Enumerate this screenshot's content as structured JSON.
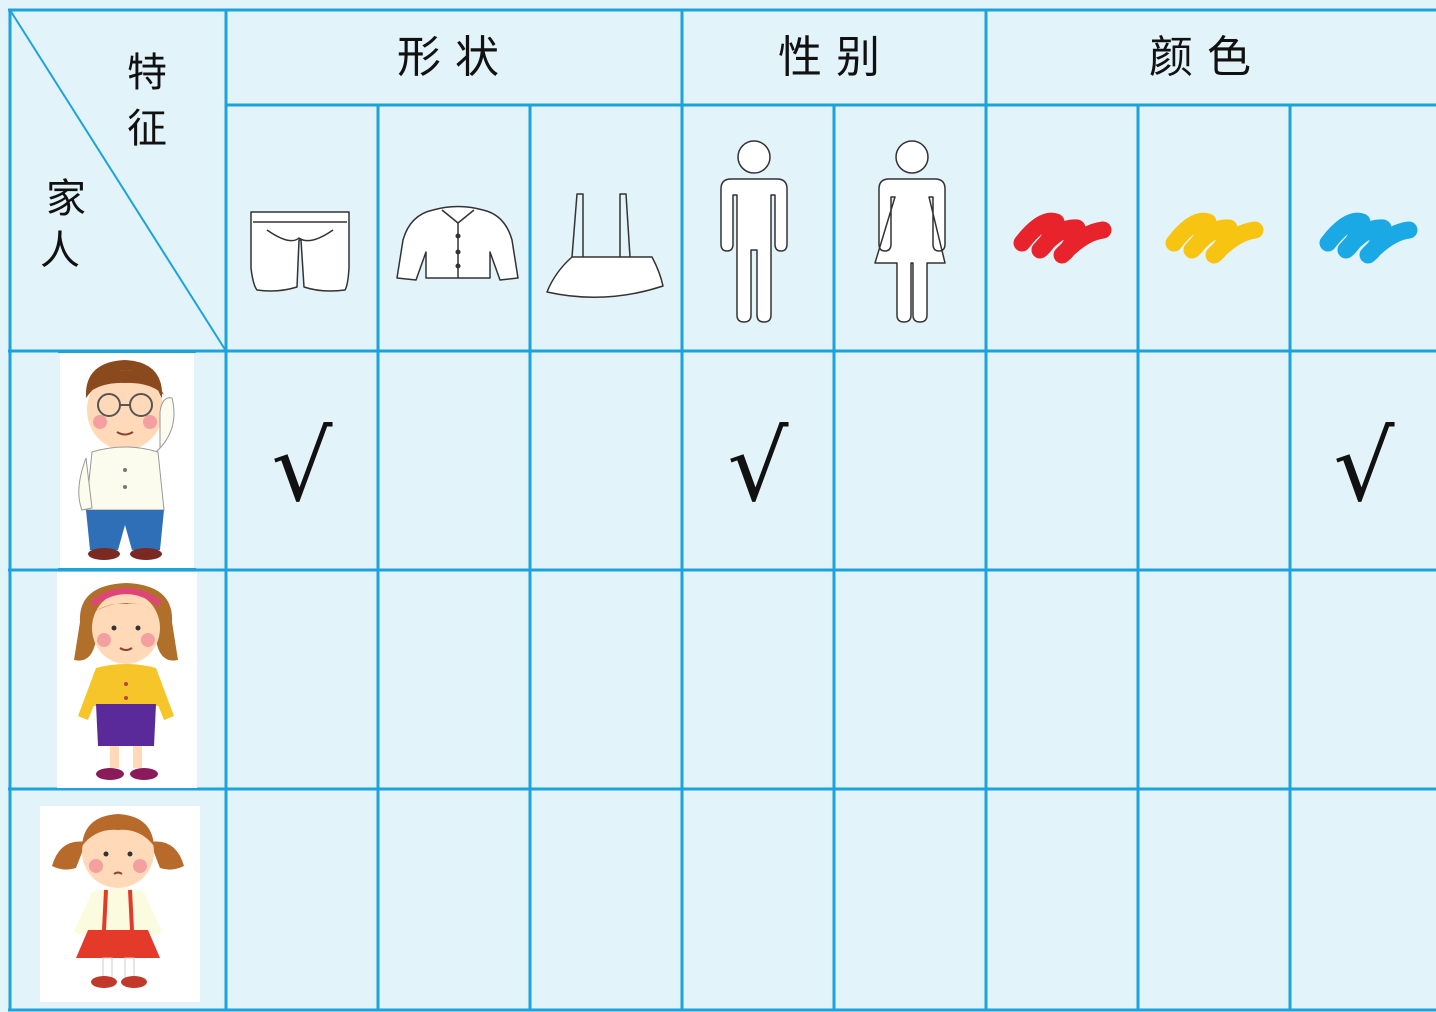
{
  "colors": {
    "background": "#e3f3fa",
    "grid_line": "#1ca3dc",
    "swatch_red": "#e8232b",
    "swatch_yellow": "#f7c511",
    "swatch_blue": "#1aa9e4"
  },
  "corner": {
    "top_label_1": "特",
    "top_label_2": "征",
    "left_label_1": "家",
    "left_label_2": "人"
  },
  "groups": [
    {
      "label": "形 状"
    },
    {
      "label": "性 别"
    },
    {
      "label": "颜 色"
    }
  ],
  "columns": [
    {
      "icon": "shorts-icon"
    },
    {
      "icon": "shirt-icon"
    },
    {
      "icon": "skirt-icon"
    },
    {
      "icon": "male-icon"
    },
    {
      "icon": "female-icon"
    },
    {
      "icon": "red-swatch-icon"
    },
    {
      "icon": "yellow-swatch-icon"
    },
    {
      "icon": "blue-swatch-icon"
    }
  ],
  "rows": [
    {
      "person": "father-figure",
      "checks": [
        true,
        false,
        false,
        true,
        false,
        false,
        false,
        true
      ]
    },
    {
      "person": "mother-figure",
      "checks": [
        false,
        false,
        false,
        false,
        false,
        false,
        false,
        false
      ]
    },
    {
      "person": "girl-figure",
      "checks": [
        false,
        false,
        false,
        false,
        false,
        false,
        false,
        false
      ]
    }
  ],
  "check_mark": "√"
}
